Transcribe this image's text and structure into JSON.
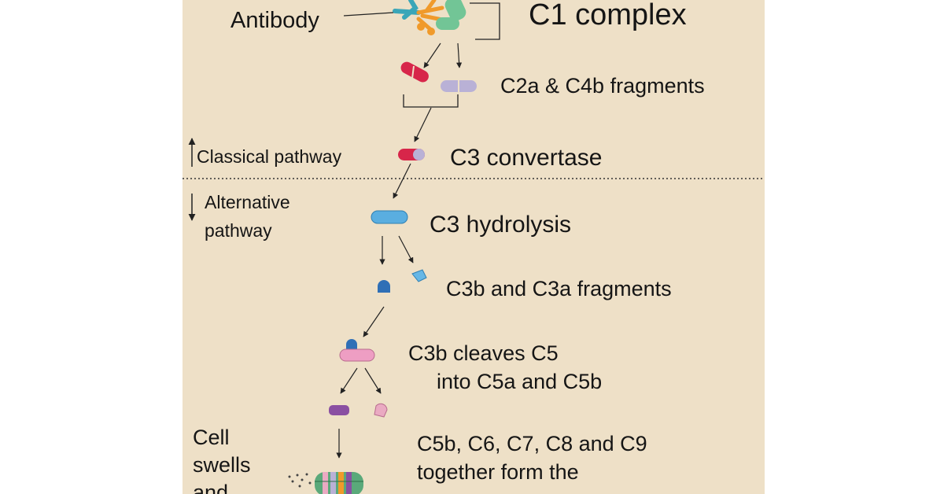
{
  "labels": {
    "antibody": "Antibody",
    "c1_complex": "C1 complex",
    "c2a_c4b": "C2a & C4b fragments",
    "classical": "Classical pathway",
    "c3_convertase": "C3 convertase",
    "alternative_line1": "Alternative",
    "alternative_line2": "pathway",
    "c3_hydrolysis": "C3 hydrolysis",
    "c3b_c3a": "C3b and C3a fragments",
    "c3b_cleaves_line1": "C3b cleaves C5",
    "c3b_cleaves_line2": "into C5a and C5b",
    "cell_line1": "Cell",
    "cell_line2": "swells",
    "cell_line3": "and",
    "mac_line1": "C5b, C6, C7, C8 and  C9",
    "mac_line2": "together form the"
  },
  "colors": {
    "background": "#eee0c7",
    "c2a": "#d7264a",
    "c4b": "#b9b1d6",
    "c3": "#5aaee0",
    "c3b": "#2f6fb6",
    "c3a": "#66b7e6",
    "c5": "#ee9ec3",
    "c5b": "#8a4fa2",
    "c5a": "#eaaac2",
    "antibody": "#3aa6b8",
    "c1q": "#f09a2a",
    "c1rs": "#72c596"
  }
}
